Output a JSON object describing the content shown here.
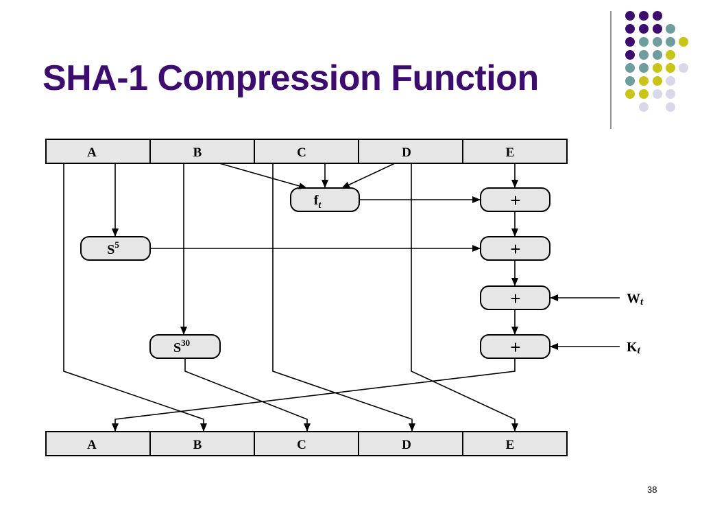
{
  "slide": {
    "title": "SHA-1 Compression Function",
    "page_number": "38"
  },
  "theme": {
    "title_color": "#3c0c6e",
    "dot_colors": [
      "#3c0c6e",
      "#6f9c9c",
      "#c9c418",
      "#d8d8e8"
    ]
  },
  "diagram": {
    "input_registers": [
      "A",
      "B",
      "C",
      "D",
      "E"
    ],
    "output_registers": [
      "A",
      "B",
      "C",
      "D",
      "E"
    ],
    "function_box": {
      "base": "f",
      "subscript": "t"
    },
    "rotate_5": {
      "base": "S",
      "superscript": "5"
    },
    "rotate_30": {
      "base": "S",
      "superscript": "30"
    },
    "adder_symbol": "+",
    "w_input": {
      "base": "W",
      "subscript": "t"
    },
    "k_input": {
      "base": "K",
      "subscript": "t"
    }
  }
}
